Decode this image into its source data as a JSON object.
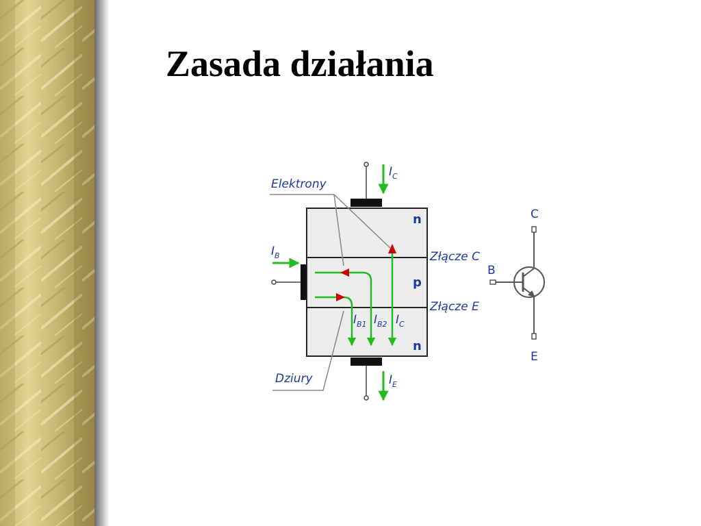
{
  "slide": {
    "title": "Zasada działania"
  },
  "diagram": {
    "labels": {
      "electrons": "Elektrony",
      "holes": "Dziury",
      "junction_c": "Złącze C",
      "junction_e": "Złącze E"
    },
    "regions": {
      "top": "n",
      "middle": "p",
      "bottom": "n"
    },
    "currents": {
      "ic_top": {
        "main": "I",
        "sub": "C"
      },
      "ib": {
        "main": "I",
        "sub": "B"
      },
      "ib1": {
        "main": "I",
        "sub": "B1"
      },
      "ib2": {
        "main": "I",
        "sub": "B2"
      },
      "ic_inner": {
        "main": "I",
        "sub": "C"
      },
      "ie": {
        "main": "I",
        "sub": "E"
      }
    },
    "symbol": {
      "collector": "C",
      "base": "B",
      "emitter": "E"
    },
    "colors": {
      "electron_arrow": "#cc0000",
      "current_arrow": "#22bb22",
      "label_text": "#1b3b9c",
      "semiconductor_fill": "#ececec"
    }
  }
}
